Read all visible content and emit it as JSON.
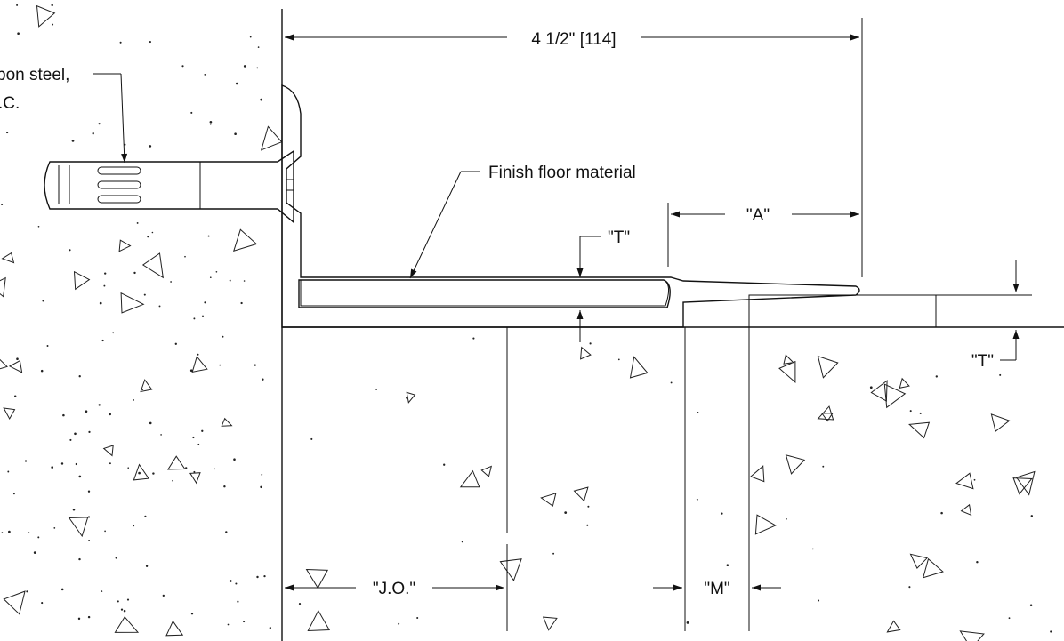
{
  "callouts": {
    "anchor_line1": "bon steel,",
    "anchor_line2": ".C.",
    "finish_floor": "Finish floor material"
  },
  "dimensions": {
    "overall_width": "4 1/2\" [114]",
    "a": "\"A\"",
    "t_top": "\"T\"",
    "t_right": "\"T\"",
    "jo": "\"J.O.\"",
    "m": "\"M\""
  },
  "colors": {
    "profile_hatch": "#1f6fb5",
    "line": "#111111",
    "background": "#ffffff"
  }
}
